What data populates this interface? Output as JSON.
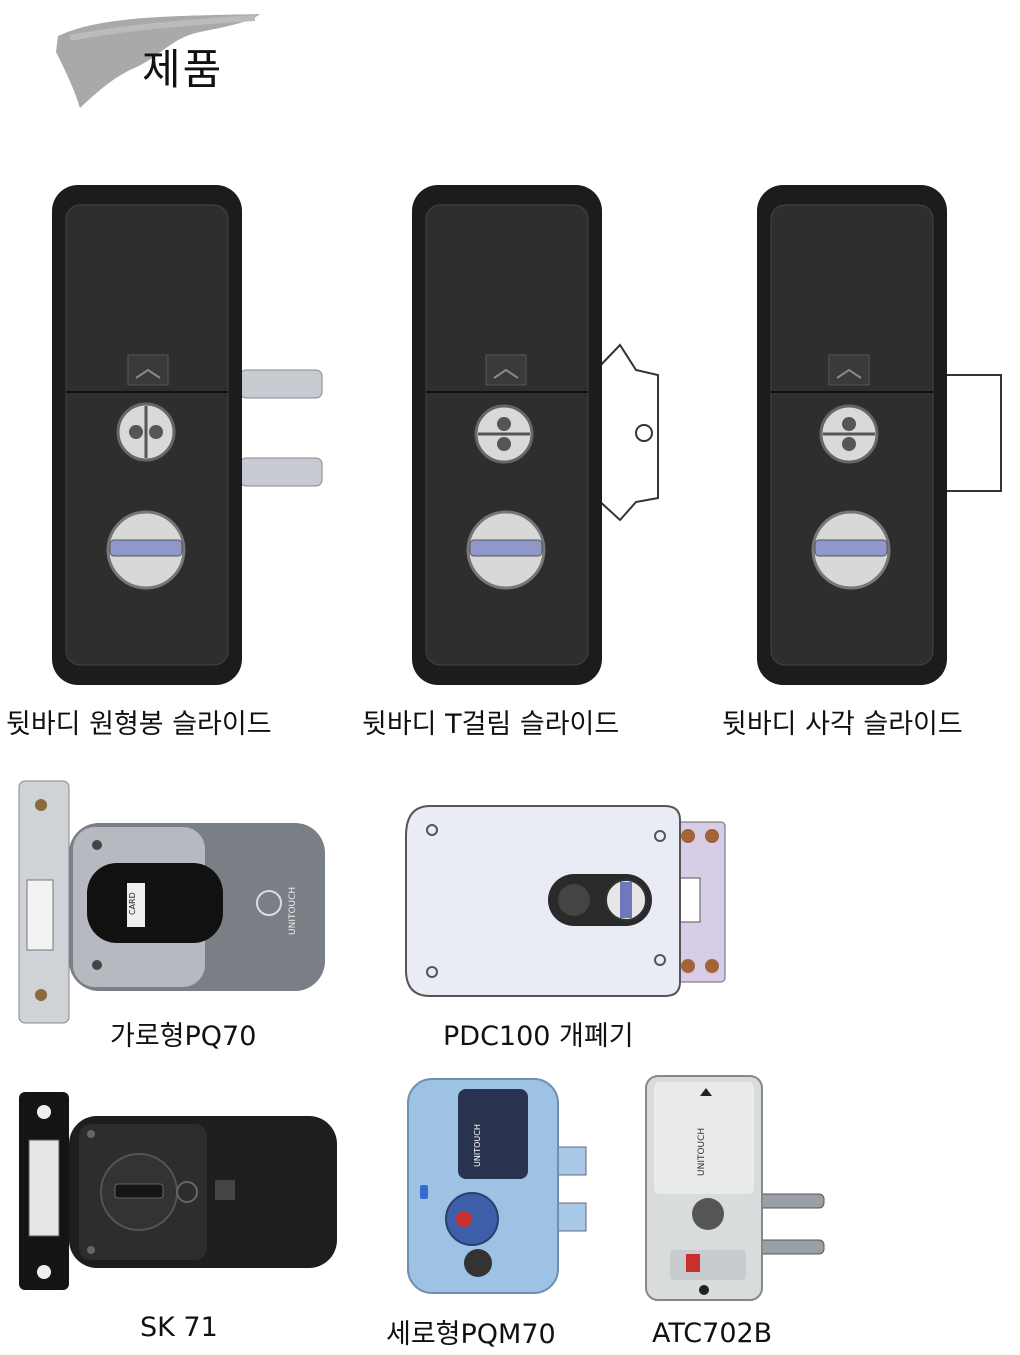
{
  "page": {
    "title": "제품"
  },
  "products": [
    {
      "name": "뒷바디 원형봉 슬라이드",
      "icon": "door-lock-round-bar-icon"
    },
    {
      "name": "뒷바디 T걸림 슬라이드",
      "icon": "door-lock-t-hook-icon"
    },
    {
      "name": "뒷바디 사각 슬라이드",
      "icon": "door-lock-square-icon"
    },
    {
      "name": "가로형PQ70",
      "icon": "card-lock-horizontal-icon",
      "label_card": "CARD",
      "label_brand": "UNITOUCH"
    },
    {
      "name": "PDC100 개폐기",
      "icon": "rim-lock-opener-icon"
    },
    {
      "name": "SK 71",
      "icon": "rim-lock-dial-icon"
    },
    {
      "name": "세로형PQM70",
      "icon": "card-lock-vertical-icon",
      "label_brand": "UNITOUCH"
    },
    {
      "name": "ATC702B",
      "icon": "card-lock-round-bar-icon",
      "label_brand": "UNITOUCH"
    }
  ],
  "colors": {
    "lock_body": "#1c1c1c",
    "silver": "#bfc3c8",
    "light_panel": "#e8ebf3",
    "blue_lock": "#9dc2e3",
    "brush": "#a9a9a9"
  }
}
